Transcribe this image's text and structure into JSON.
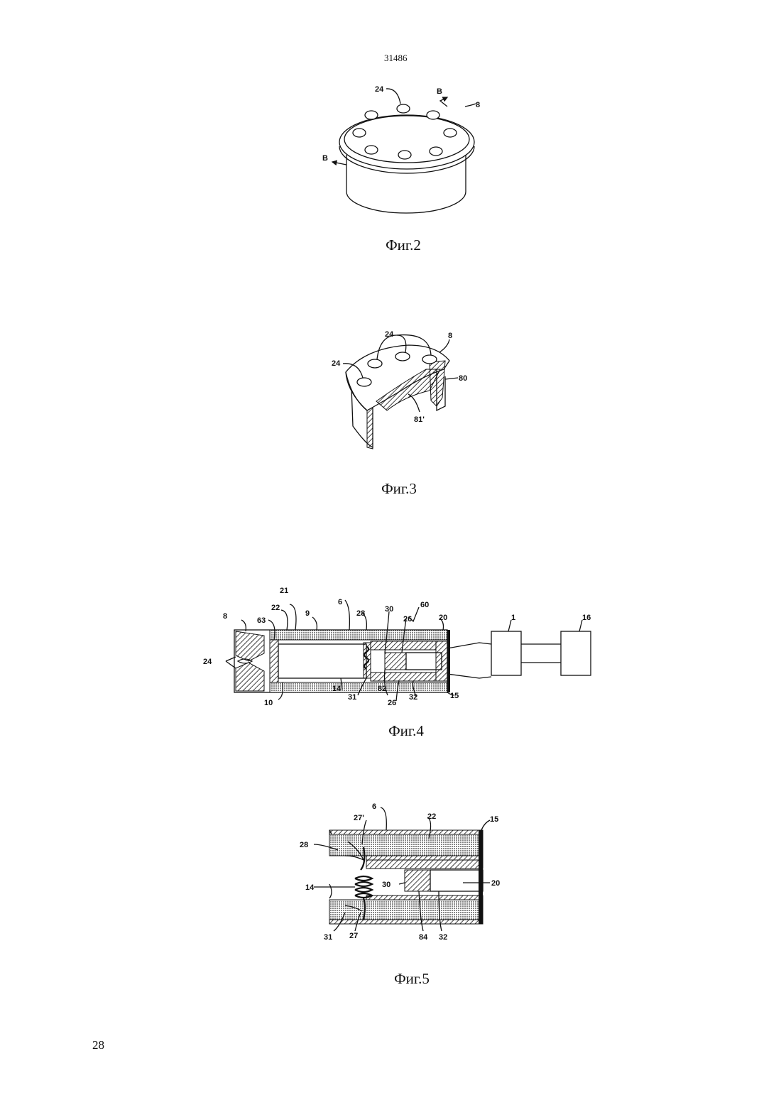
{
  "header": {
    "document_number": "31486"
  },
  "footer": {
    "page_number": "28"
  },
  "figures": {
    "fig2": {
      "caption": "Фиг.2",
      "labels": {
        "holes": "24",
        "cap": "8",
        "section_top": "B",
        "section_left": "B"
      }
    },
    "fig3": {
      "caption": "Фиг.3",
      "labels": {
        "holes_top": "24",
        "holes_left": "24",
        "cap": "8",
        "rim": "80",
        "channel": "81'"
      }
    },
    "fig4": {
      "caption": "Фиг.4",
      "labels": {
        "l8": "8",
        "l24": "24",
        "l63": "63",
        "l22": "22",
        "l21": "21",
        "l9": "9",
        "l6": "6",
        "l28": "28",
        "l30": "30",
        "l26a": "26",
        "l20": "20",
        "l60": "60",
        "l1": "1",
        "l16": "16",
        "l10": "10",
        "l14": "14",
        "l31": "31",
        "l82": "82",
        "l26b": "26",
        "l32": "32",
        "l15": "15"
      }
    },
    "fig5": {
      "caption": "Фиг.5",
      "labels": {
        "l6": "6",
        "l27p": "27'",
        "l22": "22",
        "l15": "15",
        "l28": "28",
        "l14": "14",
        "l30": "30",
        "l20": "20",
        "l31": "31",
        "l27": "27",
        "l84": "84",
        "l32": "32"
      }
    }
  }
}
